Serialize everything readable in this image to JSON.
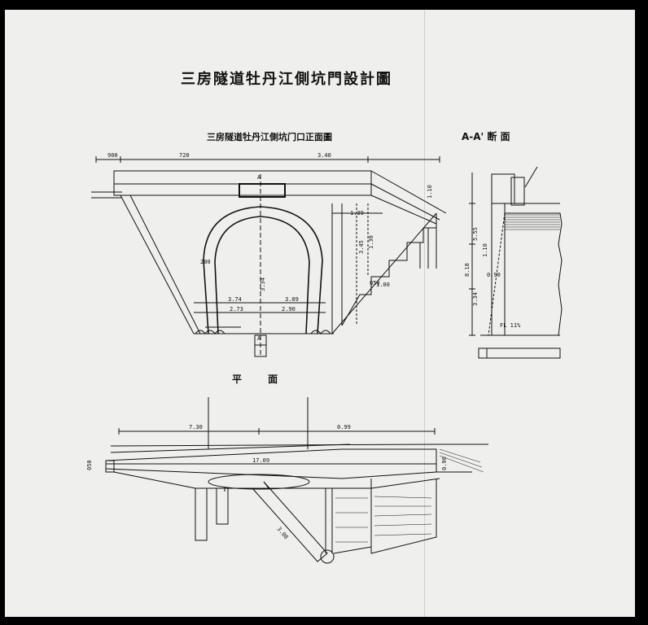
{
  "drawing": {
    "main_title": "三房隧道牡丹江側坑門設計圖",
    "front_view_title": "三房隧道牡丹江側坑门口正面圖",
    "section_title": "A-A' 断 面",
    "plan_title": "平 面"
  },
  "front_dims": {
    "top_left": "900",
    "top_mid": "720",
    "top_right": "3.40",
    "arch_left": "200",
    "step_130": "1.30",
    "step_100": "1.00",
    "step_050": "050",
    "dim_334": "3.34",
    "dim_309": "3.09",
    "dim_273": "2.73",
    "dim_290": "2.90",
    "dim_374": "3.74",
    "dim_345": "3.45",
    "dim_139": "1.39",
    "dim_110": "1.10",
    "label_a": "A",
    "label_a2": "A'"
  },
  "section_dims": {
    "d_555": "5.55",
    "d_110": "1.10",
    "d_090": "0.90",
    "d_334": "3.34",
    "d_818": "8.18",
    "label_fl": "FL 11%"
  },
  "plan_dims": {
    "d_730": "7.30",
    "d_099": "0.99",
    "d_1709": "17.09",
    "d_300": "3.00",
    "d_090": "0.90",
    "d_050": "050"
  }
}
